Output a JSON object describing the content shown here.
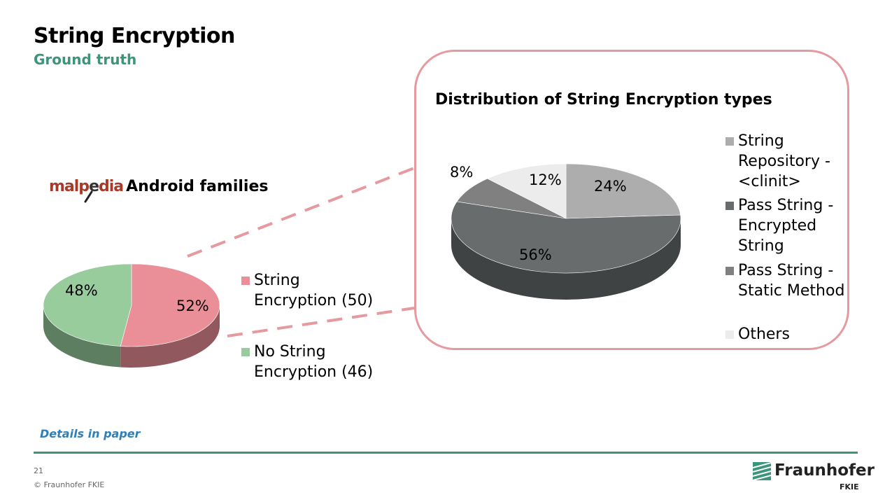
{
  "header": {
    "title": "String Encryption",
    "subtitle": "Ground truth"
  },
  "malpedia": {
    "logo_part1": "malp",
    "logo_part2": "e",
    "logo_part3": "dia",
    "label": "Android families"
  },
  "callout_title": "Distribution of String Encryption types",
  "footer": {
    "details": "Details in paper",
    "page_number": "21",
    "copyright": "© Fraunhofer FKIE",
    "logo_name": "Fraunhofer",
    "logo_sub": "FKIE"
  },
  "colors": {
    "accent_green": "#3c9479",
    "callout_border": "#e59aa0"
  },
  "chart_data": [
    {
      "type": "pie",
      "style": "3d",
      "title": "",
      "categories": [
        "String Encryption (50)",
        "No String Encryption (46)"
      ],
      "values": [
        52,
        48
      ],
      "labels": [
        "52%",
        "48%"
      ],
      "colors": [
        "#ea8f97",
        "#98cc9d"
      ],
      "legend": "right"
    },
    {
      "type": "pie",
      "style": "3d",
      "title": "Distribution of String Encryption types",
      "categories": [
        "String Repository - <clinit>",
        "Pass String - Encrypted String",
        "Pass String - Static Method",
        "Others"
      ],
      "values": [
        24,
        56,
        8,
        12
      ],
      "labels": [
        "24%",
        "56%",
        "8%",
        "12%"
      ],
      "colors": [
        "#adadad",
        "#686c6c",
        "#808080",
        "#ececec"
      ],
      "legend": "right"
    }
  ]
}
